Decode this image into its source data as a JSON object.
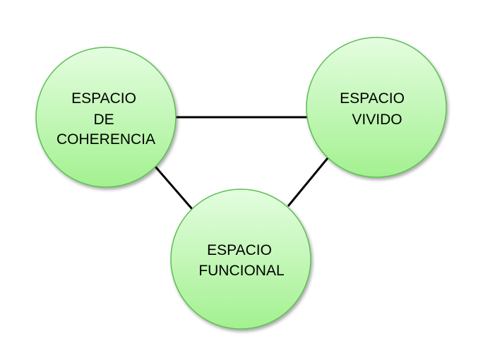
{
  "diagram": {
    "nodes": [
      {
        "id": "coherencia",
        "lines": [
          "ESPACIO",
          "DE",
          "COHERENCIA"
        ]
      },
      {
        "id": "vivido",
        "lines": [
          "ESPACIO",
          "VIVIDO"
        ]
      },
      {
        "id": "funcional",
        "lines": [
          "ESPACIO",
          "FUNCIONAL"
        ]
      }
    ],
    "edges": [
      {
        "from": "coherencia",
        "to": "vivido"
      },
      {
        "from": "coherencia",
        "to": "funcional"
      },
      {
        "from": "vivido",
        "to": "funcional"
      }
    ],
    "colors": {
      "node_fill_light": "#e4fde0",
      "node_fill_dark": "#a3f190",
      "node_stroke": "#5cbf52",
      "edge": "#000000",
      "text": "#000000"
    }
  }
}
